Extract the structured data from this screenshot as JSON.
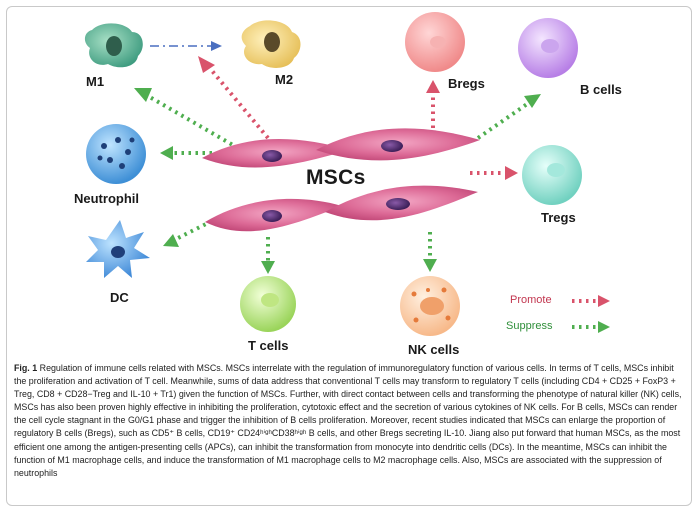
{
  "labels": {
    "m1": "M1",
    "m2": "M2",
    "bregs": "Bregs",
    "bcells": "B cells",
    "neutrophil": "Neutrophil",
    "msc": "MSCs",
    "tregs": "Tregs",
    "dc": "DC",
    "tcells": "T cells",
    "nkcells": "NK cells"
  },
  "legend": {
    "promote": "Promote",
    "suppress": "Suppress"
  },
  "colors": {
    "promote": "#d9536b",
    "suppress": "#4fae4f",
    "msc": "#d85a8a",
    "legend_promote_text": "#c2364f",
    "legend_suppress_text": "#2f8f3a"
  },
  "caption": {
    "fig_label": "Fig. 1",
    "text": "Regulation of immune cells related with MSCs. MSCs interrelate with the regulation of immunoregulatory function of various cells. In terms of T cells, MSCs inhibit the proliferation and activation of T cell. Meanwhile, sums of data address that conventional T cells may transform to regulatory T cells (including CD4 + CD25 + FoxP3 + Treg, CD8 + CD28−Treg and IL-10 + Tr1) given the function of MSCs. Further, with direct contact between cells and transforming the phenotype of natural killer (NK) cells, MSCs has also been proven highly effective in inhibiting the proliferation, cytotoxic effect and the secretion of various cytokines of NK cells. For B cells, MSCs can render the cell cycle stagnant in the G0/G1 phase and trigger the inhibition of B cells proliferation. Moreover, recent studies indicated that MSCs can enlarge the proportion of regulatory B cells (Bregs), such as CD5⁺ B cells, CD19⁺ CD24ʰⁱᵍʰCD38ʰⁱᵍʰ B cells, and other Bregs secreting IL-10. Jiang also put forward that human MSCs, as the most efficient one among the antigen-presenting cells (APCs), can inhibit the transformation from monocyte into dendritic cells (DCs). In the meantime, MSCs can inhibit the function of M1 macrophage cells, and induce the transformation of M1 macrophage cells to M2 macrophage cells. Also, MSCs are associated with the suppression of neutrophils"
  }
}
